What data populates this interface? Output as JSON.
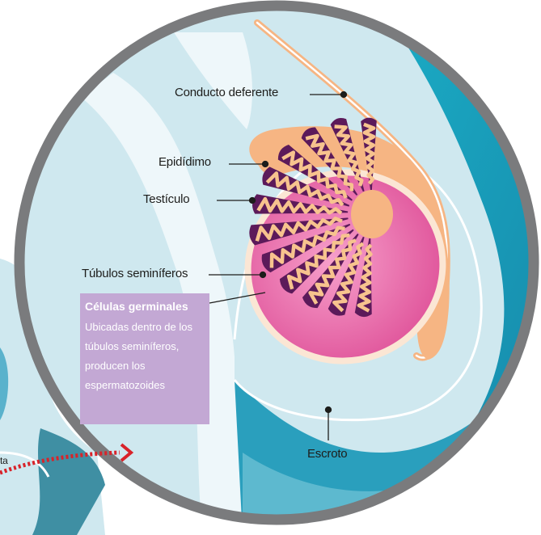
{
  "labels": {
    "conducto_deferente": "Conducto deferente",
    "epididimo": "Epidídimo",
    "testiculo": "Testículo",
    "tubulos": "Túbulos seminíferos",
    "escroto": "Escroto",
    "partial_left": "ta"
  },
  "callout": {
    "title": "Células germinales",
    "lines": [
      "Ubicadas dentro de los",
      "túbulos seminíferos,",
      "producen los",
      "espermatozoides"
    ]
  },
  "colors": {
    "ring": "#7a7b7d",
    "scrotum_light": "#cfe8ef",
    "scrotum_dark": "#1aa3bd",
    "testis_pink": "#e66aa9",
    "tubule_purple": "#5c1a5a",
    "tubule_fill": "#f7c38e",
    "epididymis": "#f6b583",
    "callout_bg": "#c3a8d4",
    "arrow_red": "#d8232a"
  },
  "icons": [
    "arrow-right-icon"
  ]
}
